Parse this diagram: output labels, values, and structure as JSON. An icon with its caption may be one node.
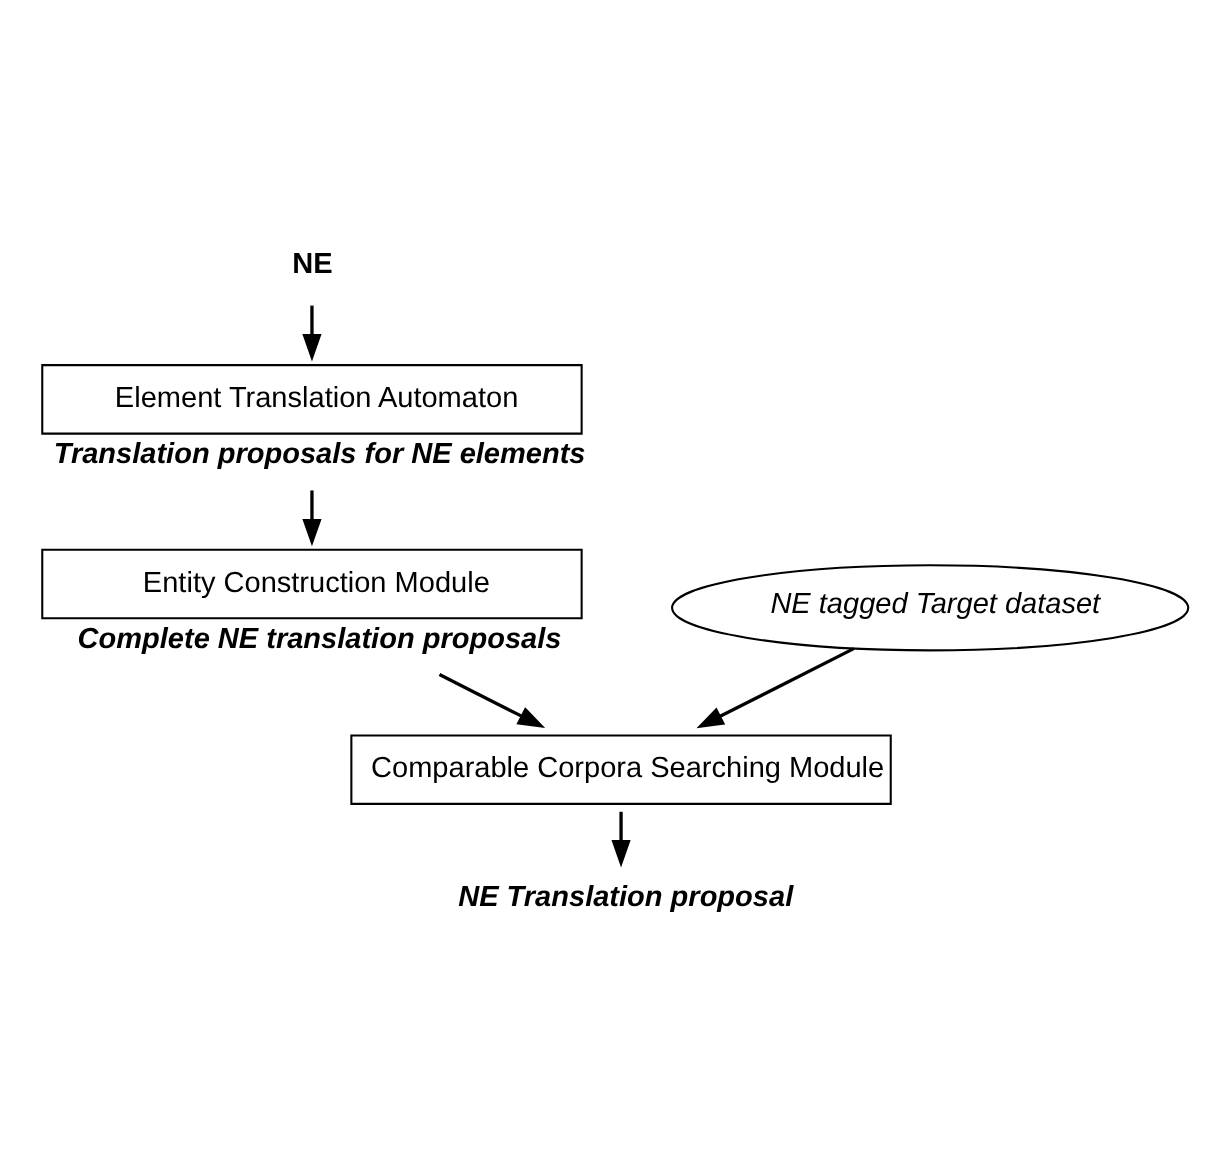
{
  "diagram": {
    "nodes": [
      {
        "text": [
          "NE"
        ]
      },
      {
        "text": [
          "Element Translation Automaton"
        ],
        "beside": [
          "Translation proposals for NE elements"
        ]
      },
      {
        "text": [
          "Entity Construction Module"
        ],
        "beside": [
          "Complete NE translation proposals"
        ]
      },
      {
        "text": [
          "NE tagged Target dataset"
        ]
      },
      {
        "text": [
          "Comparable Corpora Searching Module"
        ]
      },
      {
        "text": [
          "NE Translation proposal"
        ]
      }
    ],
    "edges": [
      {
        "from": 0,
        "to": 1,
        "arrow": "to"
      },
      {
        "from": 1,
        "to": 2,
        "arrow": "to"
      },
      {
        "from": 2,
        "to": 4,
        "arrow": "to"
      },
      {
        "from": 3,
        "to": 4,
        "arrow": "to"
      },
      {
        "from": 4,
        "to": 5,
        "arrow": "to"
      }
    ]
  }
}
